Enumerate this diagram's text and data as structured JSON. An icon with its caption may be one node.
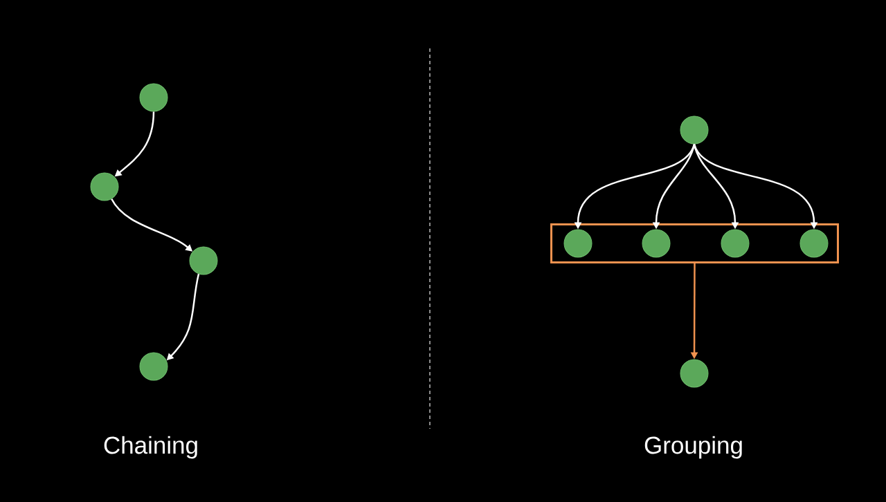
{
  "diagram": {
    "nodes": [
      {
        "text": [],
        "shape": "circle"
      },
      {
        "text": [],
        "shape": "circle"
      },
      {
        "text": [],
        "shape": "circle"
      },
      {
        "text": [],
        "shape": "circle"
      },
      {
        "text": [],
        "shape": "circle"
      },
      {
        "text": [],
        "shape": "box"
      },
      {
        "text": [],
        "shape": "circle",
        "in": 5
      },
      {
        "text": [],
        "shape": "circle",
        "in": 5
      },
      {
        "text": [],
        "shape": "circle",
        "in": 5
      },
      {
        "text": [],
        "shape": "circle",
        "in": 5
      },
      {
        "text": [],
        "shape": "circle"
      }
    ],
    "edges": [
      {
        "from": 0,
        "to": 1,
        "arrow": "to"
      },
      {
        "from": 1,
        "to": 2,
        "arrow": "to"
      },
      {
        "from": 2,
        "to": 3,
        "arrow": "to"
      },
      {
        "from": 4,
        "to": 6,
        "arrow": "to"
      },
      {
        "from": 4,
        "to": 7,
        "arrow": "to"
      },
      {
        "from": 4,
        "to": 8,
        "arrow": "to"
      },
      {
        "from": 4,
        "to": 9,
        "arrow": "to"
      },
      {
        "from": 5,
        "to": 10,
        "arrow": "to",
        "color": "#f0924f"
      }
    ],
    "labels": [
      "Chaining",
      "Grouping"
    ]
  }
}
